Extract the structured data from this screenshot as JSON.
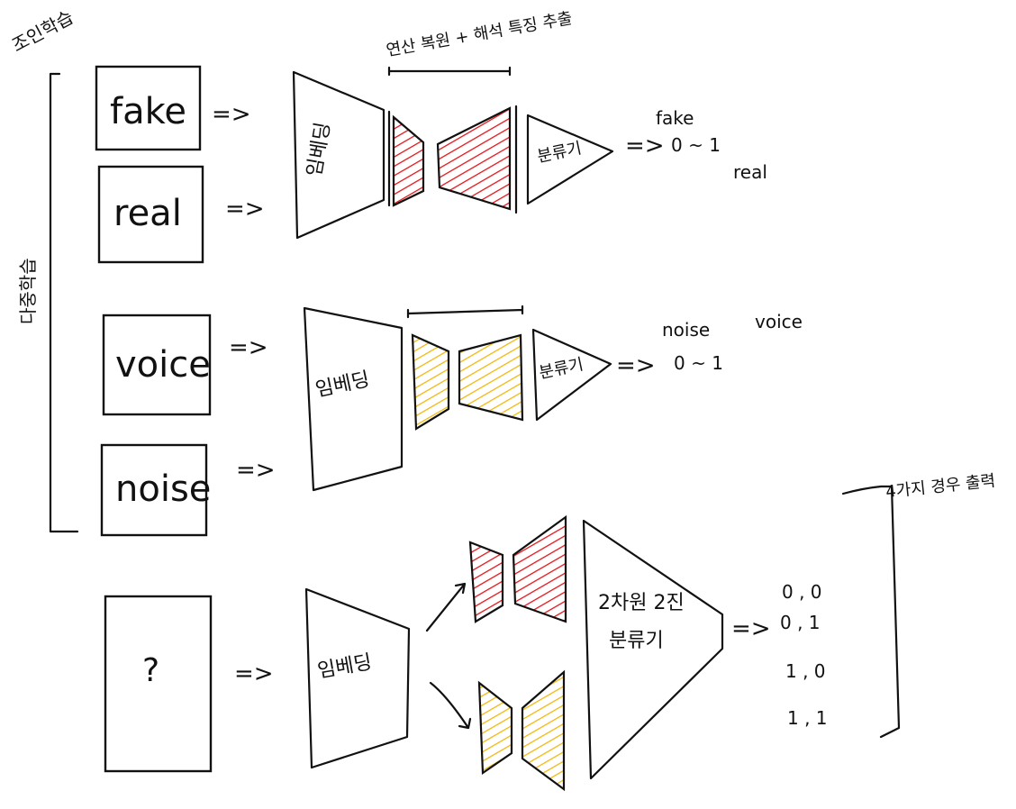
{
  "side_labels": {
    "top_left": "조인학습",
    "vertical": "다중학습"
  },
  "row1": {
    "input_top": "fake",
    "input_bottom": "real",
    "embedding": "임베딩",
    "bracket_label": "연산 복원 + 해석 특징 추출",
    "classifier": "분류기",
    "out_arrow": "=>",
    "out_label_top": "fake",
    "out_range": "0 ~ 1",
    "out_label_bottom": "real",
    "shade_color": "#e0161b"
  },
  "row2": {
    "input_top": "voice",
    "input_bottom": "noise",
    "embedding": "임베딩",
    "classifier": "분류기",
    "out_arrow": "=>",
    "out_label_left": "noise",
    "out_range": "0 ~ 1",
    "out_label_right": "voice",
    "shade_color": "#f1b80f"
  },
  "row3": {
    "input": "?",
    "embedding": "임베딩",
    "classifier_line1": "2차원 2진",
    "classifier_line2": "분류기",
    "out_arrow": "=>",
    "outputs": [
      "0 , 0",
      "0 , 1",
      "1 , 0",
      "1 , 1"
    ],
    "bracket_label": "4가지 경우 출력"
  },
  "arrows": {
    "double": "=>"
  }
}
